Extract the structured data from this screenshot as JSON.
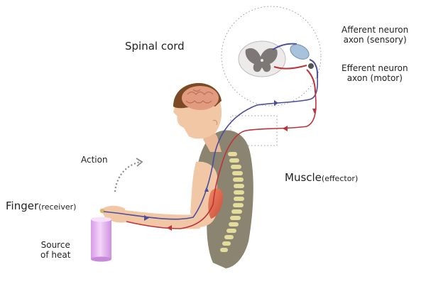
{
  "labels": {
    "spinal_cord": "Spinal cord",
    "afferent_line1": "Afferent neuron",
    "afferent_line2": "axon (sensory)",
    "efferent_line1": "Efferent neuron",
    "efferent_line2": "axon (motor)",
    "action": "Action",
    "muscle": "Muscle",
    "muscle_role": "(effector)",
    "finger": "Finger",
    "finger_role": "(receiver)",
    "heat_line1": "Source",
    "heat_line2": "of heat"
  },
  "colors": {
    "afferent_nerve": "#4a4e9c",
    "efferent_nerve": "#c0323a",
    "skin": "#f1c7a5",
    "shirt": "#8a8470",
    "hair": "#7b4a25",
    "brain": "#e39b80",
    "spine": "#e4dc9c",
    "muscle": "#e06a4c",
    "heat_source": "#e8b8f0",
    "ganglion": "#a8c2dc"
  }
}
